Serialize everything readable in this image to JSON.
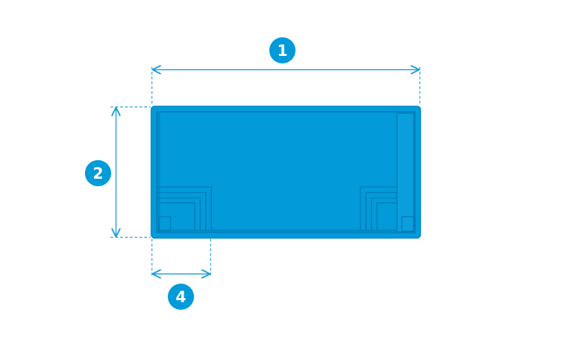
{
  "colors": {
    "pool": "#019bda",
    "pool_stroke": "#0077b3",
    "dimension": "#1a9ed8",
    "badge_text": "#ffffff"
  },
  "dimensions": {
    "length_label": "1",
    "width_label": "2",
    "step_label": "4"
  }
}
